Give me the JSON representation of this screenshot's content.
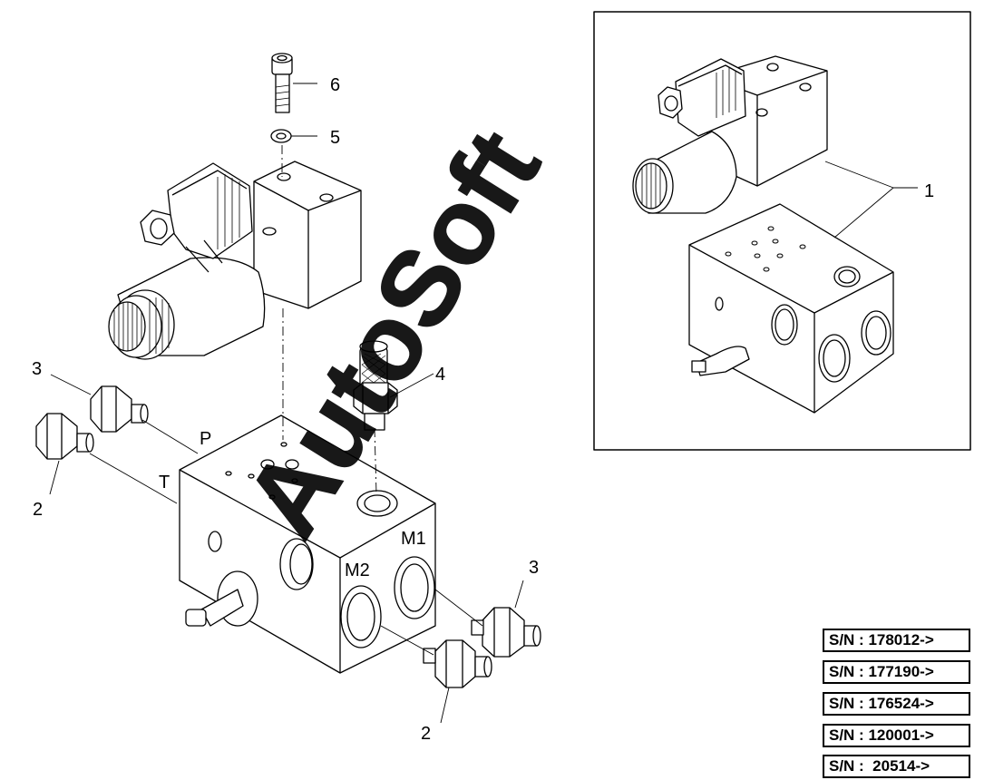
{
  "callouts": {
    "c1": "1",
    "c2_left": "2",
    "c2_bottom": "2",
    "c3_left": "3",
    "c3_right": "3",
    "c4": "4",
    "c5": "5",
    "c6": "6"
  },
  "ports": {
    "p": "P",
    "t": "T",
    "m1": "M1",
    "m2": "M2"
  },
  "watermark": "AutoSoft",
  "serial_numbers": [
    "S/N : 178012->",
    "S/N : 177190->",
    "S/N : 176524->",
    "S/N : 120001->",
    "S/N :  20514->"
  ],
  "colors": {
    "line": "#000000",
    "background": "#ffffff"
  }
}
